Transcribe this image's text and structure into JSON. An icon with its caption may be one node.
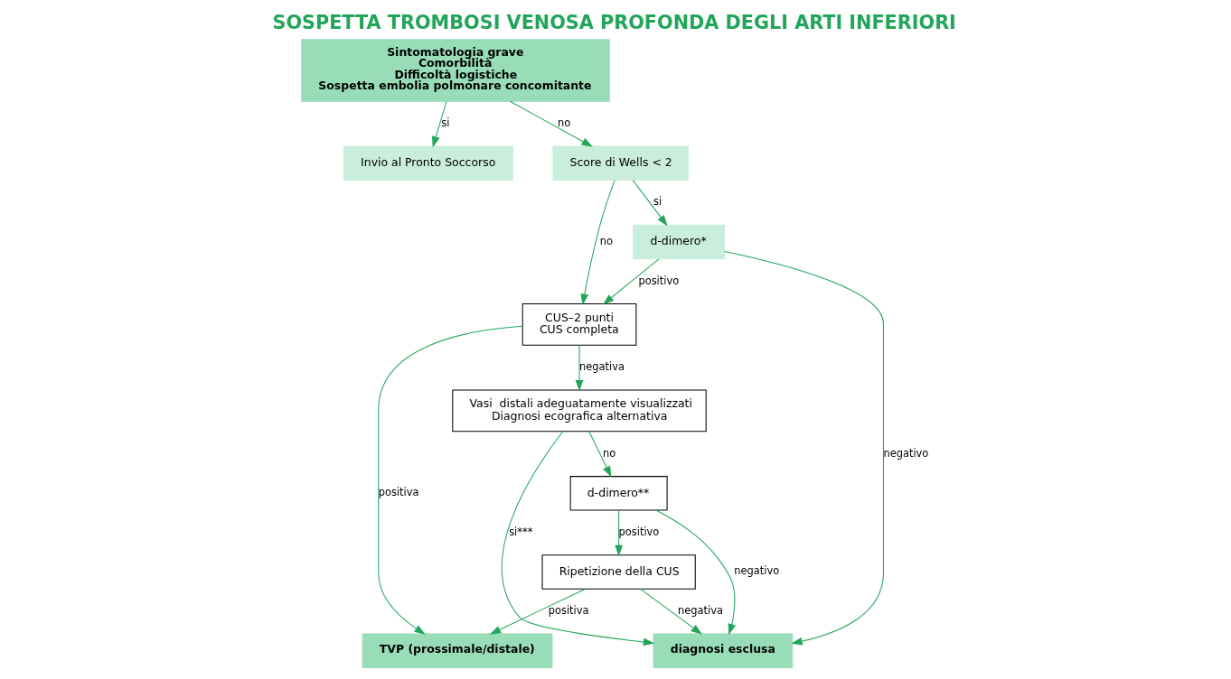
{
  "diagram": {
    "title": "SOSPETTA TROMBOSI VENOSA PROFONDA DEGLI ARTI INFERIORI",
    "nodes": [
      {
        "text": [
          "Sintomatologia grave",
          "Comorbilità",
          "Difficoltà logistiche",
          "Sospetta embolia polmonare concomitante"
        ]
      },
      {
        "text": [
          "Invio al Pronto Soccorso"
        ]
      },
      {
        "text": [
          "Score di Wells < 2"
        ]
      },
      {
        "text": [
          "CUS–2 punti",
          "CUS completa"
        ]
      },
      {
        "text": [
          "d-dimero*"
        ]
      },
      {
        "text": [
          "Vasi  distali adeguatamente visualizzati",
          "Diagnosi ecografica alternativa"
        ]
      },
      {
        "text": [
          "d-dimero**"
        ]
      },
      {
        "text": [
          "Ripetizione della CUS"
        ]
      },
      {
        "text": [
          "TVP (prossimale/distale)"
        ]
      },
      {
        "text": [
          "diagnosi esclusa"
        ]
      }
    ],
    "edges": [
      {
        "from": 0,
        "to": 1,
        "arrow": "to",
        "label": "si"
      },
      {
        "from": 0,
        "to": 2,
        "arrow": "to",
        "label": "no"
      },
      {
        "from": 2,
        "to": 3,
        "arrow": "to",
        "label": "no"
      },
      {
        "from": 2,
        "to": 4,
        "arrow": "to",
        "label": "si"
      },
      {
        "from": 4,
        "to": 3,
        "arrow": "to",
        "label": "positivo"
      },
      {
        "from": 4,
        "to": 9,
        "arrow": "to",
        "label": "negativo"
      },
      {
        "from": 3,
        "to": 8,
        "arrow": "to",
        "label": "positiva"
      },
      {
        "from": 3,
        "to": 5,
        "arrow": "to",
        "label": "negativa"
      },
      {
        "from": 5,
        "to": 6,
        "arrow": "to",
        "label": "no"
      },
      {
        "from": 5,
        "to": 9,
        "arrow": "to",
        "label": "si***"
      },
      {
        "from": 6,
        "to": 7,
        "arrow": "to",
        "label": "positivo"
      },
      {
        "from": 6,
        "to": 9,
        "arrow": "to",
        "label": "negativo"
      },
      {
        "from": 7,
        "to": 8,
        "arrow": "to",
        "label": "positiva"
      },
      {
        "from": 7,
        "to": 9,
        "arrow": "to",
        "label": "negativa"
      }
    ]
  }
}
